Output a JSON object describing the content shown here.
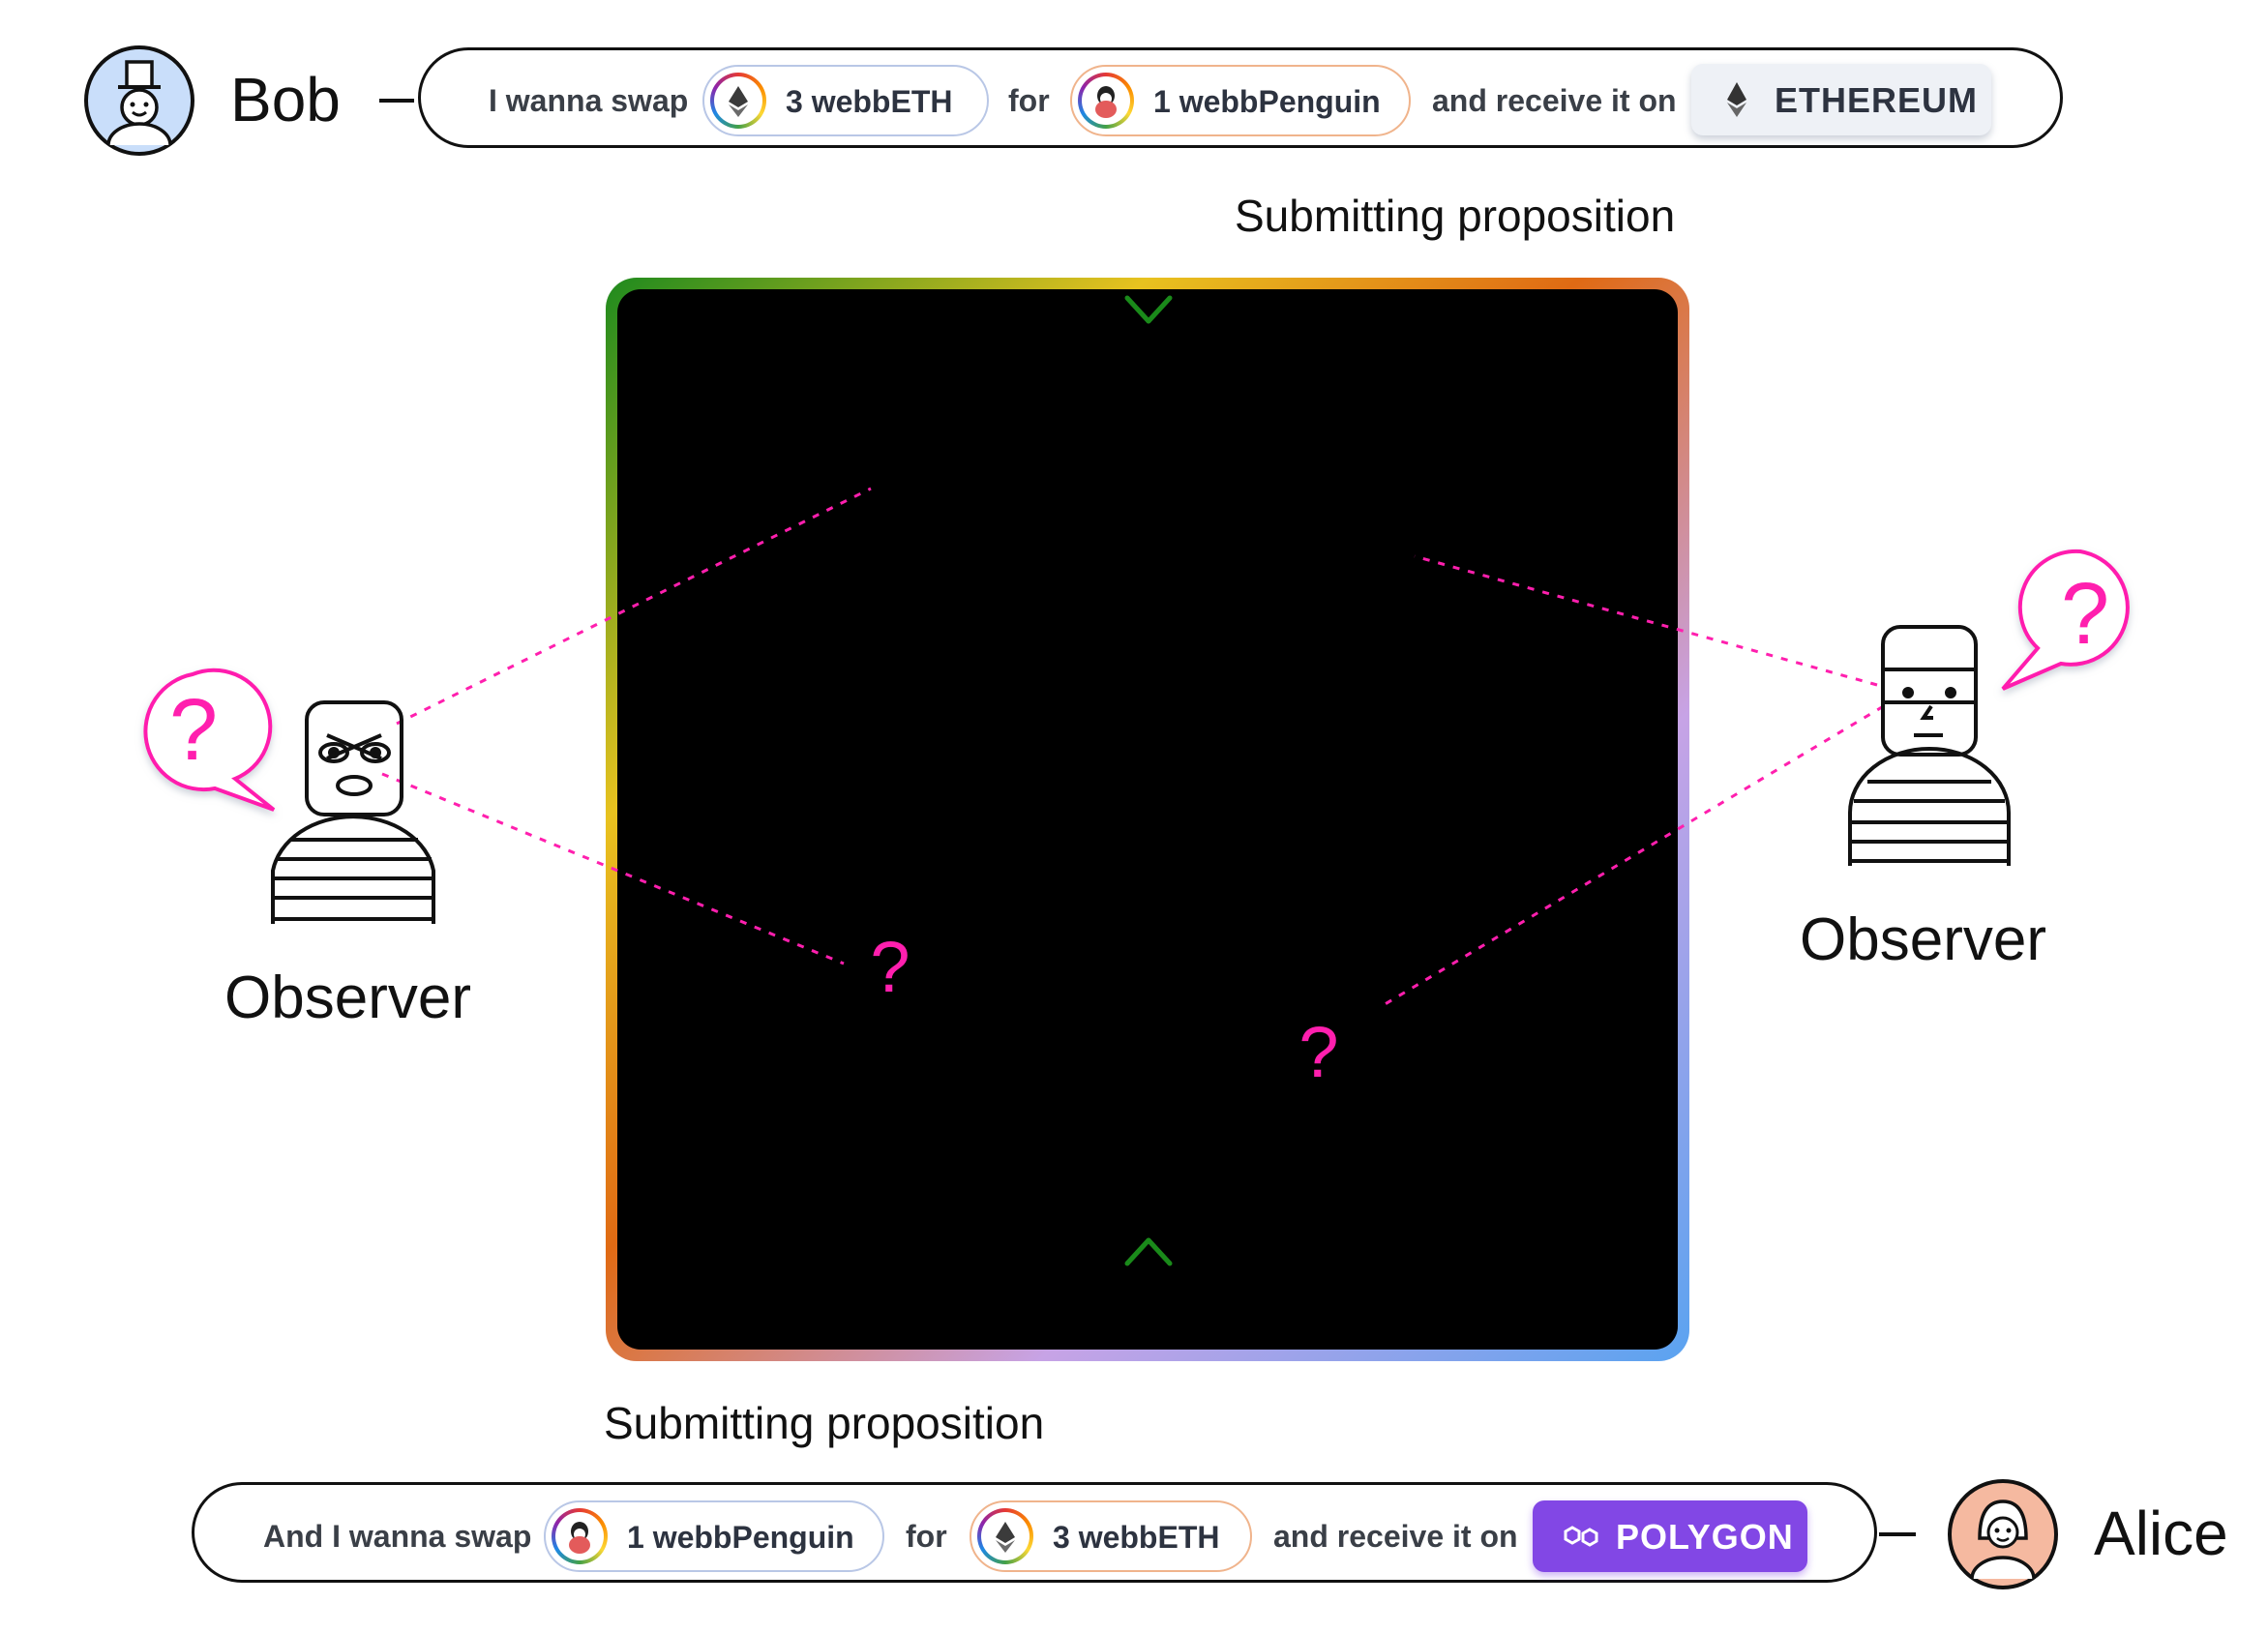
{
  "bob": {
    "name": "Bob",
    "avatar_icon": "top-hat-person-icon",
    "message": {
      "prefix": "I wanna swap",
      "token_give": {
        "amount_label": "3 webbETH",
        "icon": "ethereum-icon"
      },
      "connector": "for",
      "token_get": {
        "amount_label": "1 webbPenguin",
        "icon": "penguin-icon"
      },
      "suffix": "and receive it on",
      "chain": {
        "label": "ETHEREUM",
        "icon": "ethereum-icon"
      }
    },
    "action": "Submitting proposition"
  },
  "alice": {
    "name": "Alice",
    "avatar_icon": "woman-person-icon",
    "message": {
      "prefix": "And I wanna swap",
      "token_give": {
        "amount_label": "1 webbPenguin",
        "icon": "penguin-icon"
      },
      "connector": "for",
      "token_get": {
        "amount_label": "3 webbETH",
        "icon": "ethereum-icon"
      },
      "suffix": "and receive it on",
      "chain": {
        "label": "POLYGON",
        "icon": "polygon-icon"
      }
    },
    "action": "Submitting proposition"
  },
  "observers": [
    {
      "label": "Observer",
      "icon": "masked-observer-icon",
      "bubble": "?"
    },
    {
      "label": "Observer",
      "icon": "bandana-observer-icon",
      "bubble": "?"
    }
  ],
  "black_box": {
    "hidden_marks": [
      "?",
      "?"
    ]
  },
  "colors": {
    "accent_magenta": "#ff1fae",
    "arrow_green": "#1a8a1a",
    "polygon_purple": "#8247e5",
    "ethereum_chip_bg": "#eef1f6",
    "bob_avatar_bg": "#c9defa",
    "alice_avatar_bg": "#f5b9a0"
  }
}
